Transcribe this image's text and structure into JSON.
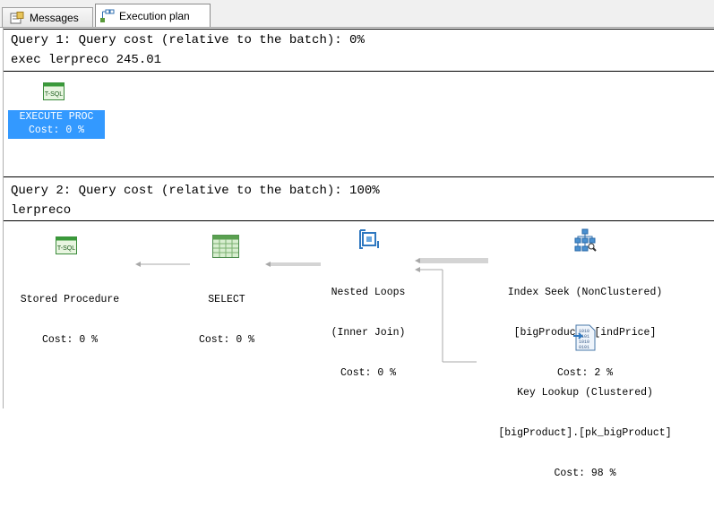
{
  "tabs": [
    {
      "label": "Messages",
      "icon": "messages-icon"
    },
    {
      "label": "Execution plan",
      "icon": "execution-plan-icon"
    }
  ],
  "query1": {
    "header": "Query 1: Query cost (relative to the batch): 0%",
    "statement": "exec lerpreco 245.01",
    "node": {
      "icon_label": "T-SQL",
      "title": "EXECUTE PROC",
      "cost": "Cost: 0 %"
    }
  },
  "query2": {
    "header": "Query 2: Query cost (relative to the batch): 100%",
    "statement": "lerpreco",
    "nodes": {
      "stored_procedure": {
        "icon_label": "T-SQL",
        "title": "Stored Procedure",
        "cost": "Cost: 0 %"
      },
      "select": {
        "title": "SELECT",
        "cost": "Cost: 0 %"
      },
      "nested_loops": {
        "title": "Nested Loops",
        "subtitle": "(Inner Join)",
        "cost": "Cost: 0 %"
      },
      "index_seek": {
        "title": "Index Seek (NonClustered)",
        "object": "[bigProduct].[indPrice]",
        "cost": "Cost: 2 %"
      },
      "key_lookup": {
        "title": "Key Lookup (Clustered)",
        "object": "[bigProduct].[pk_bigProduct]",
        "cost": "Cost: 98 %"
      }
    }
  },
  "colors": {
    "selection": "#3399ff",
    "tsql_green": "#3a9a3a"
  }
}
